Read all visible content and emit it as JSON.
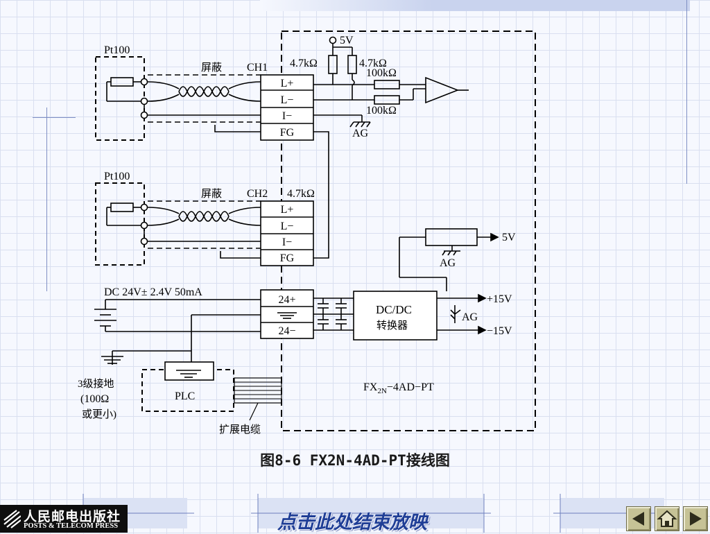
{
  "diagram": {
    "sensor_label_1": "Pt100",
    "sensor_label_2": "Pt100",
    "shield_label_1": "屏蔽",
    "shield_label_2": "屏蔽",
    "ch1": "CH1",
    "ch2": "CH2",
    "supply_5v_top": "5V",
    "res_47k_a": "4.7kΩ",
    "res_47k_b": "4.7kΩ",
    "res_47k_ch2": "4.7kΩ",
    "res_100k_a": "100kΩ",
    "res_100k_b": "100kΩ",
    "ag_ch1": "AG",
    "terminals_ch1": [
      "L+",
      "L−",
      "I−",
      "FG"
    ],
    "terminals_ch2": [
      "L+",
      "L−",
      "I−",
      "FG"
    ],
    "dc_supply": "DC 24V± 2.4V   50mA",
    "power_terminals": [
      "24+",
      "24−"
    ],
    "dcdc_line1": "DC/DC",
    "dcdc_line2": "转换器",
    "out_5v": "5V",
    "ag_ref": "AG",
    "out_p15": "+15V",
    "ag_dcdc": "AG",
    "out_n15": "−15V",
    "ground_line1": "3级接地",
    "ground_line2": "(100Ω",
    "ground_line3": "或更小)",
    "plc": "PLC",
    "ext_cable": "扩展电缆",
    "model_main": "FX",
    "model_sub": "2N",
    "model_rest": "−4AD−PT"
  },
  "caption": "图8-6   FX2N-4AD-PT接线图",
  "footer": {
    "publisher_cn": "人民邮电出版社",
    "publisher_en": "POSTS & TELECOM PRESS",
    "end_show": "点击此处结束放映"
  },
  "icons": [
    "prev-icon",
    "home-icon",
    "next-icon"
  ]
}
